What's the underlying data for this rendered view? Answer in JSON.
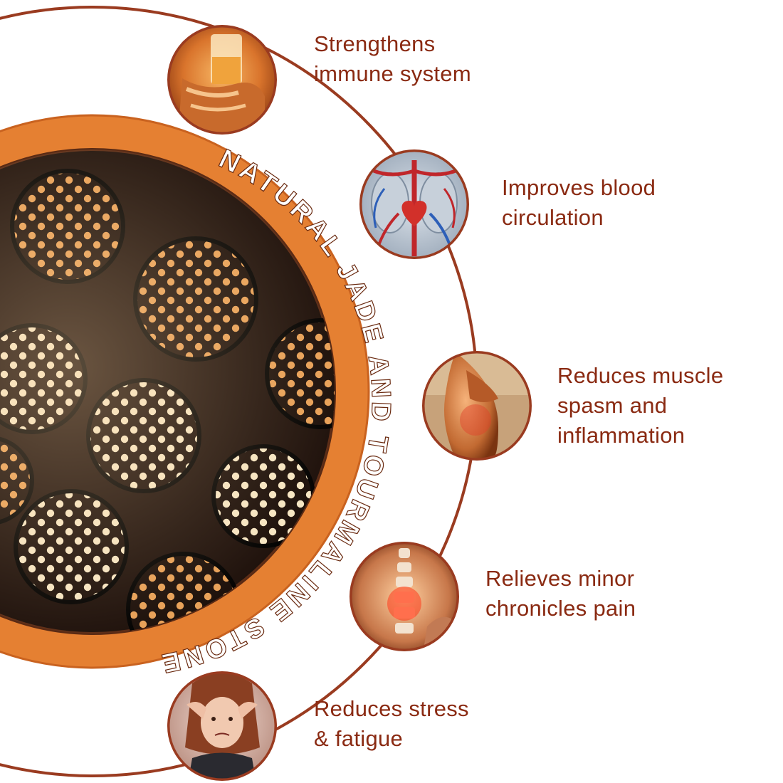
{
  "colors": {
    "accent_orange": "#e58032",
    "ring_line": "#9a3b20",
    "label_text": "#8a2a12",
    "pad_background": "#1c0f0a",
    "dot_light": "#f4dfb8",
    "band_text": "#ffffff"
  },
  "band_text": "NATURAL JADE AND TOURMALINE STONE",
  "benefits": [
    {
      "lines": [
        "Strengthens",
        "immune system"
      ],
      "icon": "hand-holding-drink-icon"
    },
    {
      "lines": [
        "Improves blood",
        "circulation"
      ],
      "icon": "circulatory-system-icon"
    },
    {
      "lines": [
        "Reduces muscle",
        "spasm and",
        "inflammation"
      ],
      "icon": "leg-muscle-icon"
    },
    {
      "lines": [
        "Relieves minor",
        "chronicles pain"
      ],
      "icon": "spine-pain-icon"
    },
    {
      "lines": [
        "Reduces stress",
        "& fatigue"
      ],
      "icon": "stressed-person-icon"
    }
  ]
}
